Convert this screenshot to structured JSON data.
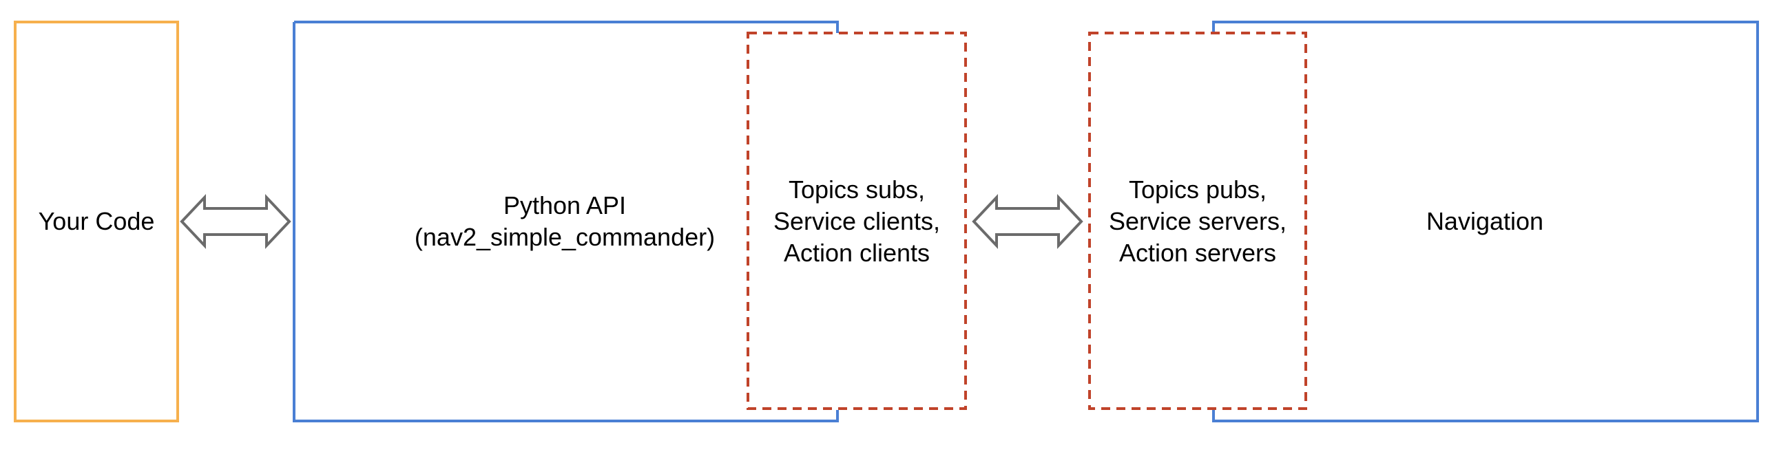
{
  "colors": {
    "your_code_border": "#f6b04d",
    "container_border": "#4a7fd4",
    "interface_border": "#c0432a",
    "arrow_fill": "#ffffff",
    "arrow_stroke": "#6b6b6b"
  },
  "your_code": {
    "label": "Your Code"
  },
  "python_api": {
    "line1": "Python API",
    "line2": "(nav2_simple_commander)"
  },
  "client_interfaces": {
    "line1": "Topics subs,",
    "line2": "Service clients,",
    "line3": "Action clients"
  },
  "server_interfaces": {
    "line1": "Topics pubs,",
    "line2": "Service servers,",
    "line3": "Action servers"
  },
  "navigation": {
    "label": "Navigation"
  },
  "arrows": [
    {
      "name": "code-to-api",
      "icon": "double-arrow-icon"
    },
    {
      "name": "clients-to-servers",
      "icon": "double-arrow-icon"
    }
  ]
}
